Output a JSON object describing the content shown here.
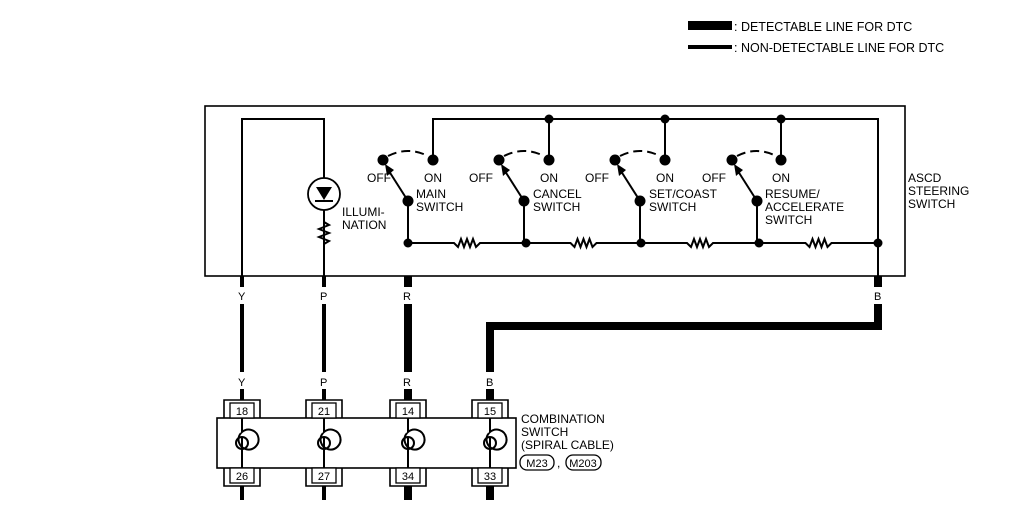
{
  "legend": {
    "detectable": ": DETECTABLE LINE FOR DTC",
    "non_detectable": ": NON-DETECTABLE LINE FOR DTC"
  },
  "steering_switch": {
    "title_lines": [
      "ASCD",
      "STEERING",
      "SWITCH"
    ],
    "illumination_lines": [
      "ILLUMI-",
      "NATION"
    ],
    "switches": [
      {
        "off": "OFF",
        "on": "ON",
        "name_lines": [
          "MAIN",
          "SWITCH"
        ]
      },
      {
        "off": "OFF",
        "on": "ON",
        "name_lines": [
          "CANCEL",
          "SWITCH"
        ]
      },
      {
        "off": "OFF",
        "on": "ON",
        "name_lines": [
          "SET/COAST",
          "SWITCH"
        ]
      },
      {
        "off": "OFF",
        "on": "ON",
        "name_lines": [
          "RESUME/",
          "ACCELERATE",
          "SWITCH"
        ]
      }
    ]
  },
  "wires": [
    {
      "color_top": "Y",
      "color_bottom": "Y",
      "detectable": false
    },
    {
      "color_top": "P",
      "color_bottom": "P",
      "detectable": false
    },
    {
      "color_top": "R",
      "color_bottom": "R",
      "detectable": true
    },
    {
      "color_top": "B",
      "color_bottom": "B",
      "detectable": true
    }
  ],
  "combination_switch": {
    "title_lines": [
      "COMBINATION",
      "SWITCH",
      "(SPIRAL CABLE)"
    ],
    "connectors": [
      "M23",
      "M203"
    ],
    "separator": ",",
    "pins_top": [
      "18",
      "21",
      "14",
      "15"
    ],
    "pins_bottom": [
      "26",
      "27",
      "34",
      "33"
    ]
  }
}
